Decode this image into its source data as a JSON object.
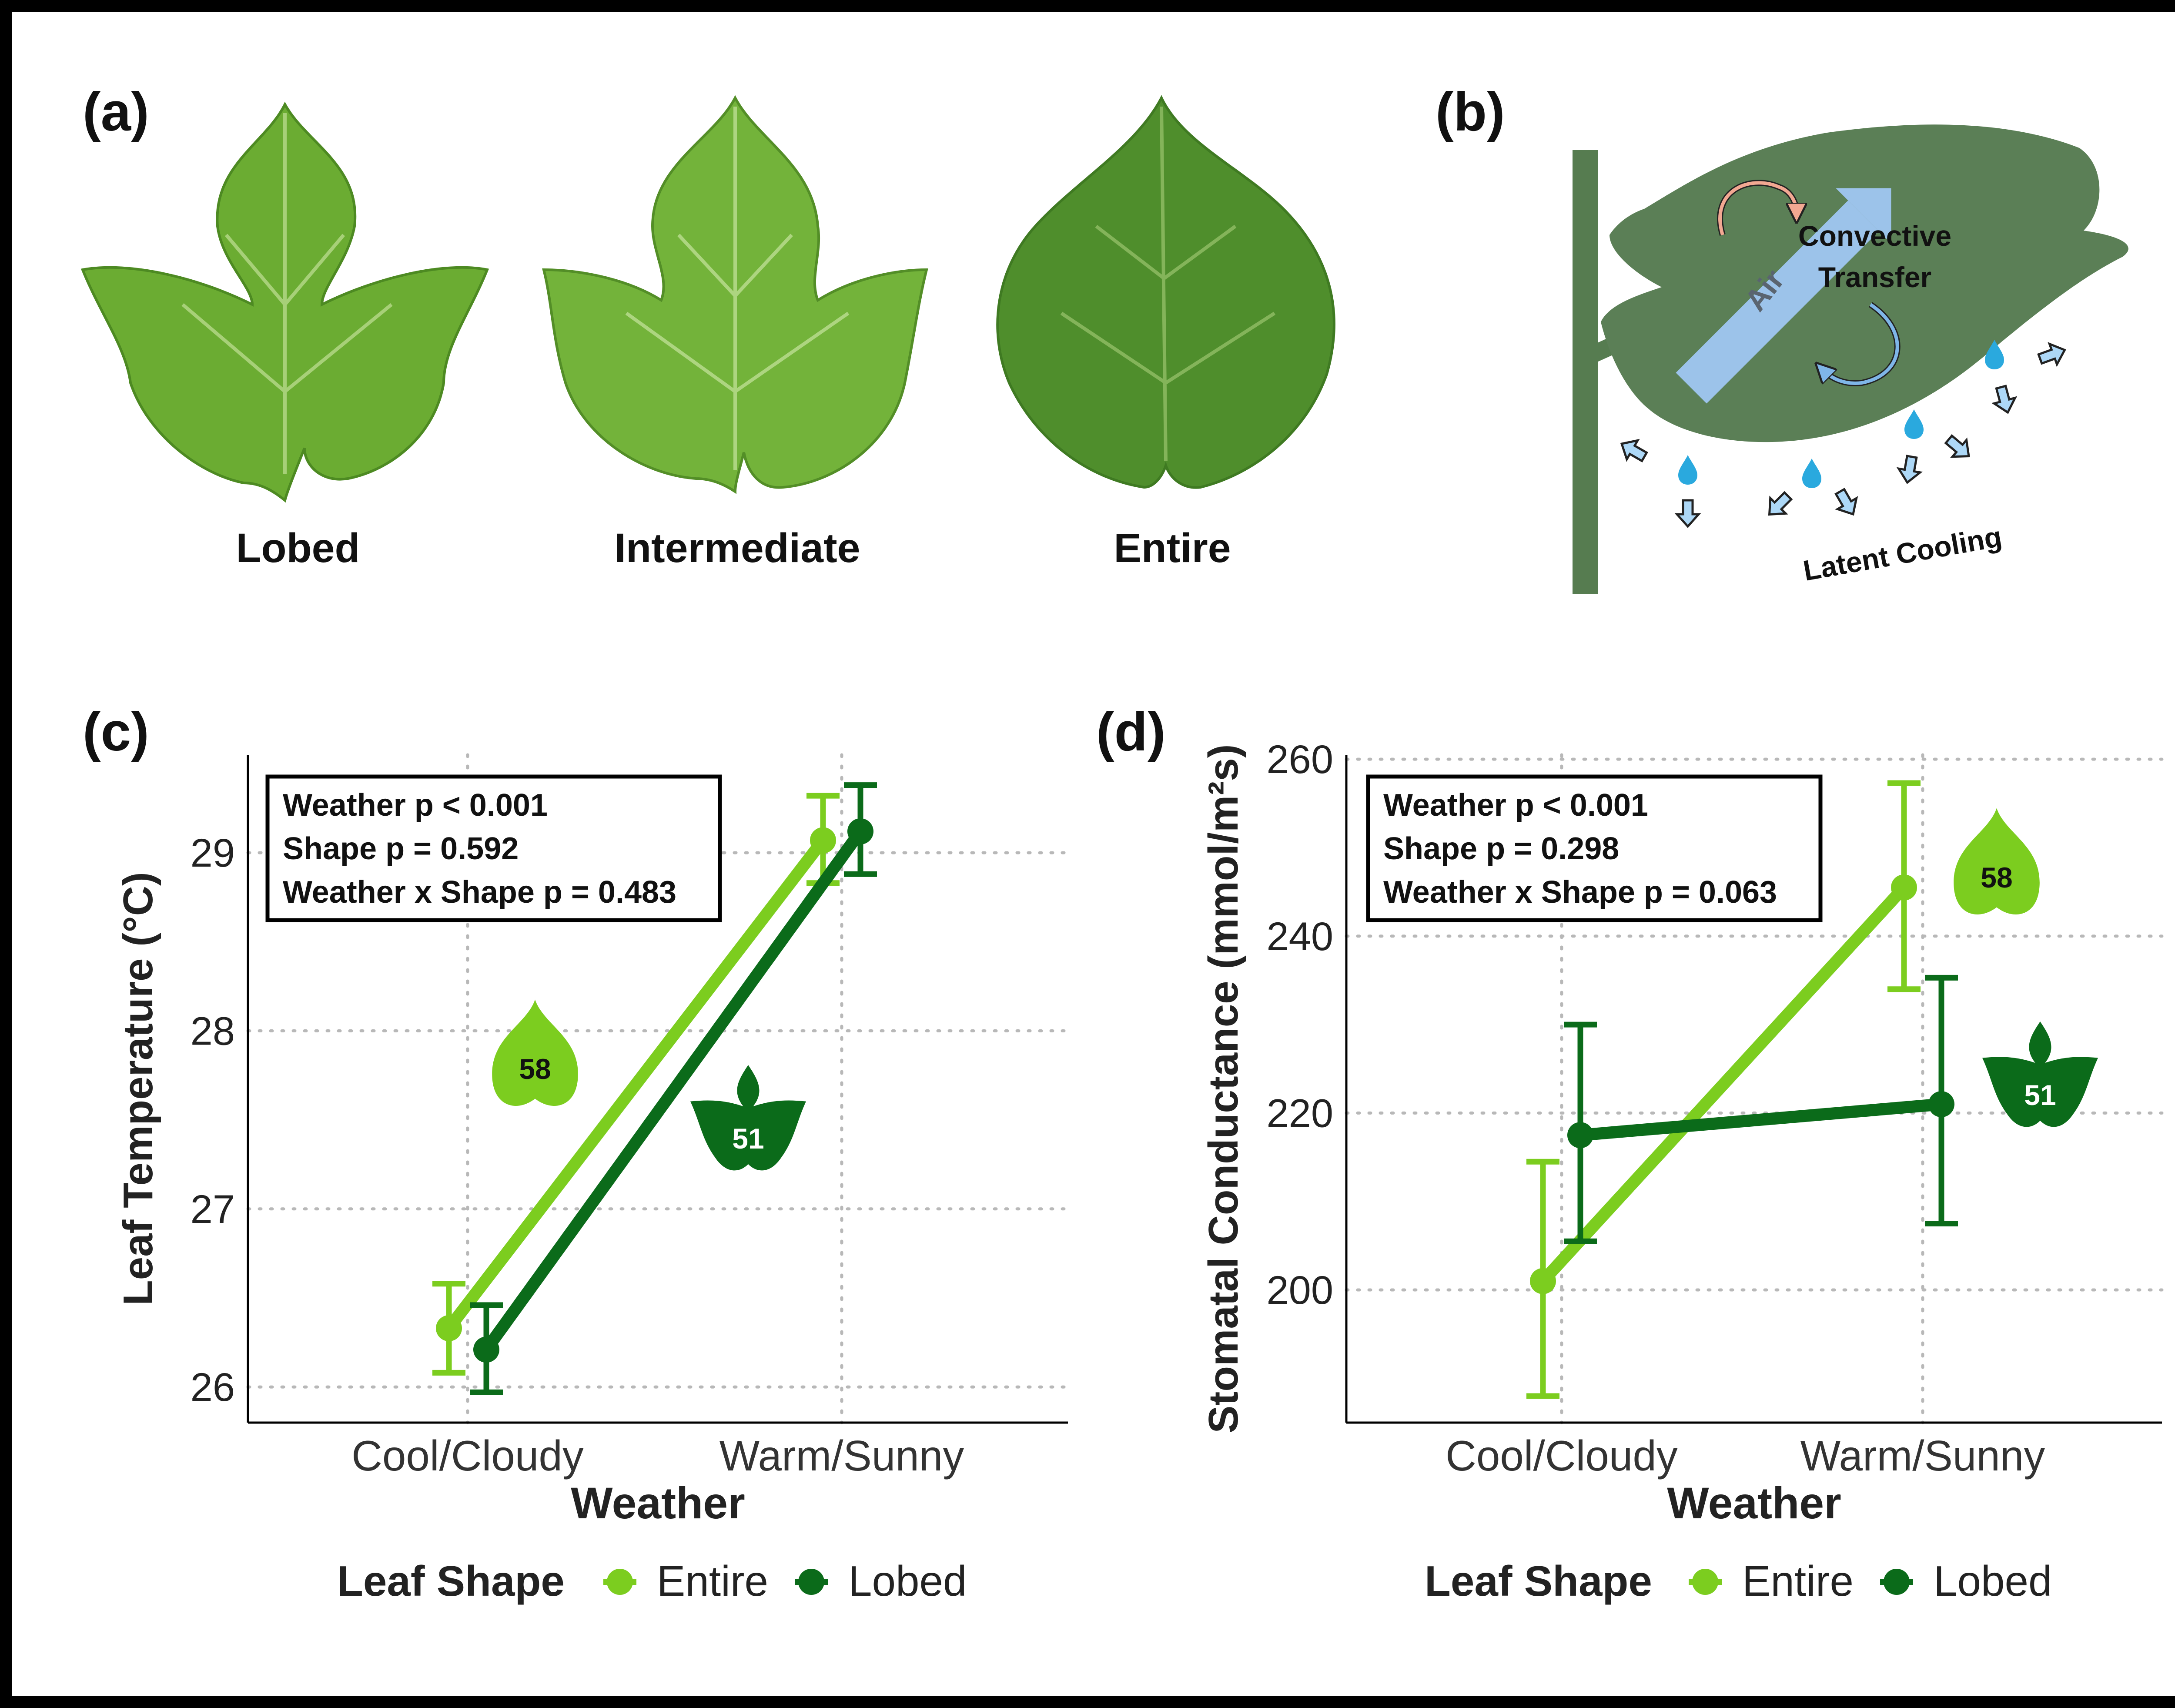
{
  "panels": {
    "a": {
      "label": "(a)",
      "leaves": [
        "Lobed",
        "Intermediate",
        "Entire"
      ]
    },
    "b": {
      "label": "(b)",
      "air": "Air",
      "convective_line1": "Convective",
      "convective_line2": "Transfer",
      "latent": "Latent Cooling"
    },
    "c": {
      "label": "(c)"
    },
    "d": {
      "label": "(d)"
    }
  },
  "colors": {
    "entire": "#7ccd1f",
    "lobed": "#0b6b1a",
    "leaf_diagram": "#5b7f56",
    "stem": "#567c50",
    "air_arrow": "#9cc3ea",
    "water": "#2aa9de",
    "cool_arrow": "#add8f7",
    "warm_arrow": "#f2a892"
  },
  "chart_data": [
    {
      "type": "line",
      "panel": "c",
      "ylabel": "Leaf Temperature (°C)",
      "xlabel": "Weather",
      "categories": [
        "Cool/Cloudy",
        "Warm/Sunny"
      ],
      "yticks": [
        "26",
        "27",
        "28",
        "29"
      ],
      "ylim": [
        25.8,
        29.55
      ],
      "stats": [
        "Weather p < 0.001",
        "Shape p = 0.592",
        "Weather x Shape p = 0.483"
      ],
      "grid": true,
      "legend": {
        "title": "Leaf Shape",
        "position": "bottom"
      },
      "series": [
        {
          "name": "Entire",
          "key": "entire",
          "count_label": "58",
          "values": [
            26.33,
            29.07
          ],
          "err_low": [
            26.08,
            28.83
          ],
          "err_high": [
            26.58,
            29.32
          ]
        },
        {
          "name": "Lobed",
          "key": "lobed",
          "count_label": "51",
          "values": [
            26.21,
            29.12
          ],
          "err_low": [
            25.97,
            28.88
          ],
          "err_high": [
            26.46,
            29.38
          ]
        }
      ]
    },
    {
      "type": "line",
      "panel": "d",
      "ylabel": "Stomatal Conductance (mmol/m²s)",
      "xlabel": "Weather",
      "categories": [
        "Cool/Cloudy",
        "Warm/Sunny"
      ],
      "yticks": [
        "200",
        "220",
        "240",
        "260"
      ],
      "ylim": [
        185,
        260.5
      ],
      "stats": [
        "Weather p < 0.001",
        "Shape p = 0.298",
        "Weather x Shape p = 0.063"
      ],
      "grid": true,
      "legend": {
        "title": "Leaf Shape",
        "position": "bottom"
      },
      "series": [
        {
          "name": "Entire",
          "key": "entire",
          "count_label": "58",
          "values": [
            201.0,
            245.5
          ],
          "err_low": [
            188.0,
            234.0
          ],
          "err_high": [
            214.5,
            257.3
          ]
        },
        {
          "name": "Lobed",
          "key": "lobed",
          "count_label": "51",
          "values": [
            217.5,
            221.0
          ],
          "err_low": [
            205.5,
            207.5
          ],
          "err_high": [
            230.0,
            235.3
          ]
        }
      ]
    }
  ]
}
